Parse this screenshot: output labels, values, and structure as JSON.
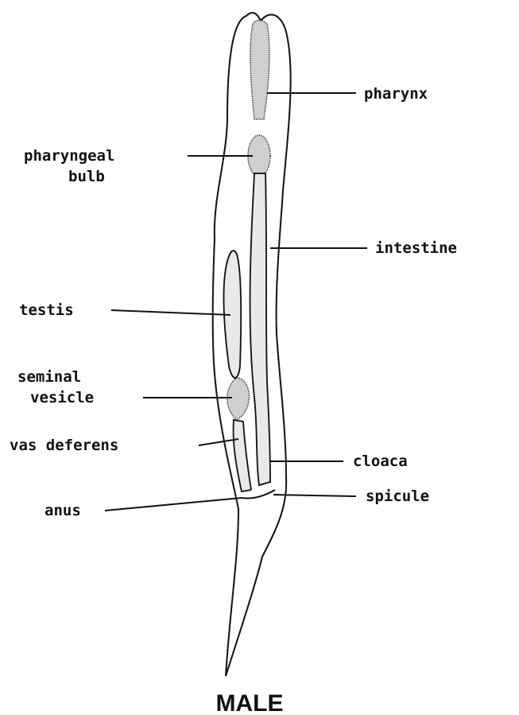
{
  "labels": {
    "pharynx": "pharynx",
    "pharyngeal_bulb_line1": "pharyngeal",
    "pharyngeal_bulb_line2": "bulb",
    "intestine": "intestine",
    "testis": "testis",
    "seminal_vesicle_line1": "seminal",
    "seminal_vesicle_line2": "vesicle",
    "vas_deferens": "vas deferens",
    "cloaca": "cloaca",
    "anus": "anus",
    "spicule": "spicule"
  },
  "caption": "MALE"
}
